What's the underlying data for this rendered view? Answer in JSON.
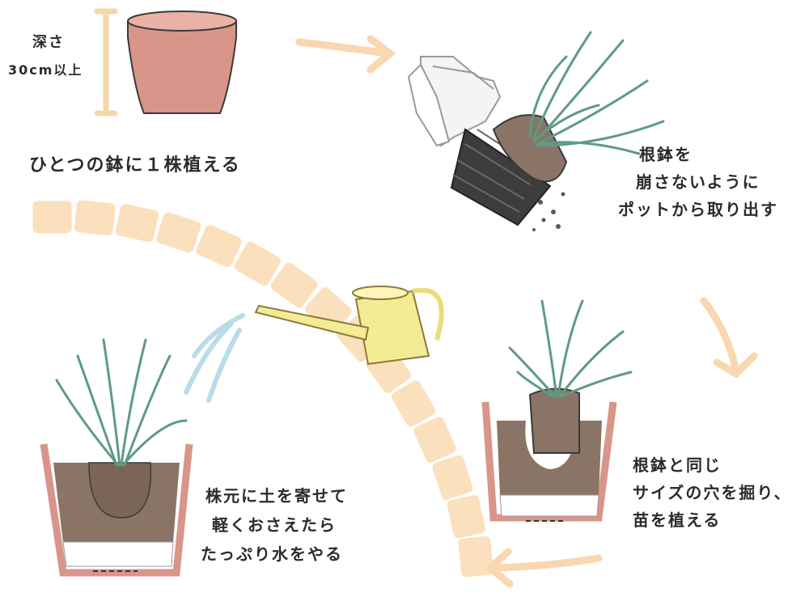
{
  "steps": {
    "pot": {
      "depth_label": "深さ",
      "depth_value": "30cm以上",
      "caption": "ひとつの鉢に１株植える"
    },
    "remove": {
      "line1": "根鉢を",
      "line2": "崩さないように",
      "line3": "ポットから取り出す"
    },
    "dig": {
      "line1": "根鉢と同じ",
      "line2": "サイズの穴を掘り、",
      "line3": "苗を植える"
    },
    "water": {
      "line1": "株元に土を寄せて",
      "line2": "軽くおさえたら",
      "line3": "たっぷり水をやる"
    }
  },
  "colors": {
    "brick": "#fbe0bd",
    "arrow": "#f9d7b0",
    "terracotta": "#d9958a",
    "soil": "#8a7466",
    "leaf": "#5f9a84",
    "can": "#f4ec94",
    "pot_black": "#3d3d3d"
  },
  "icons": [
    "terracotta-pot-icon",
    "gloves-icon",
    "black-nursery-pot-icon",
    "watering-can-icon",
    "arrow-icon",
    "plant-icon"
  ]
}
